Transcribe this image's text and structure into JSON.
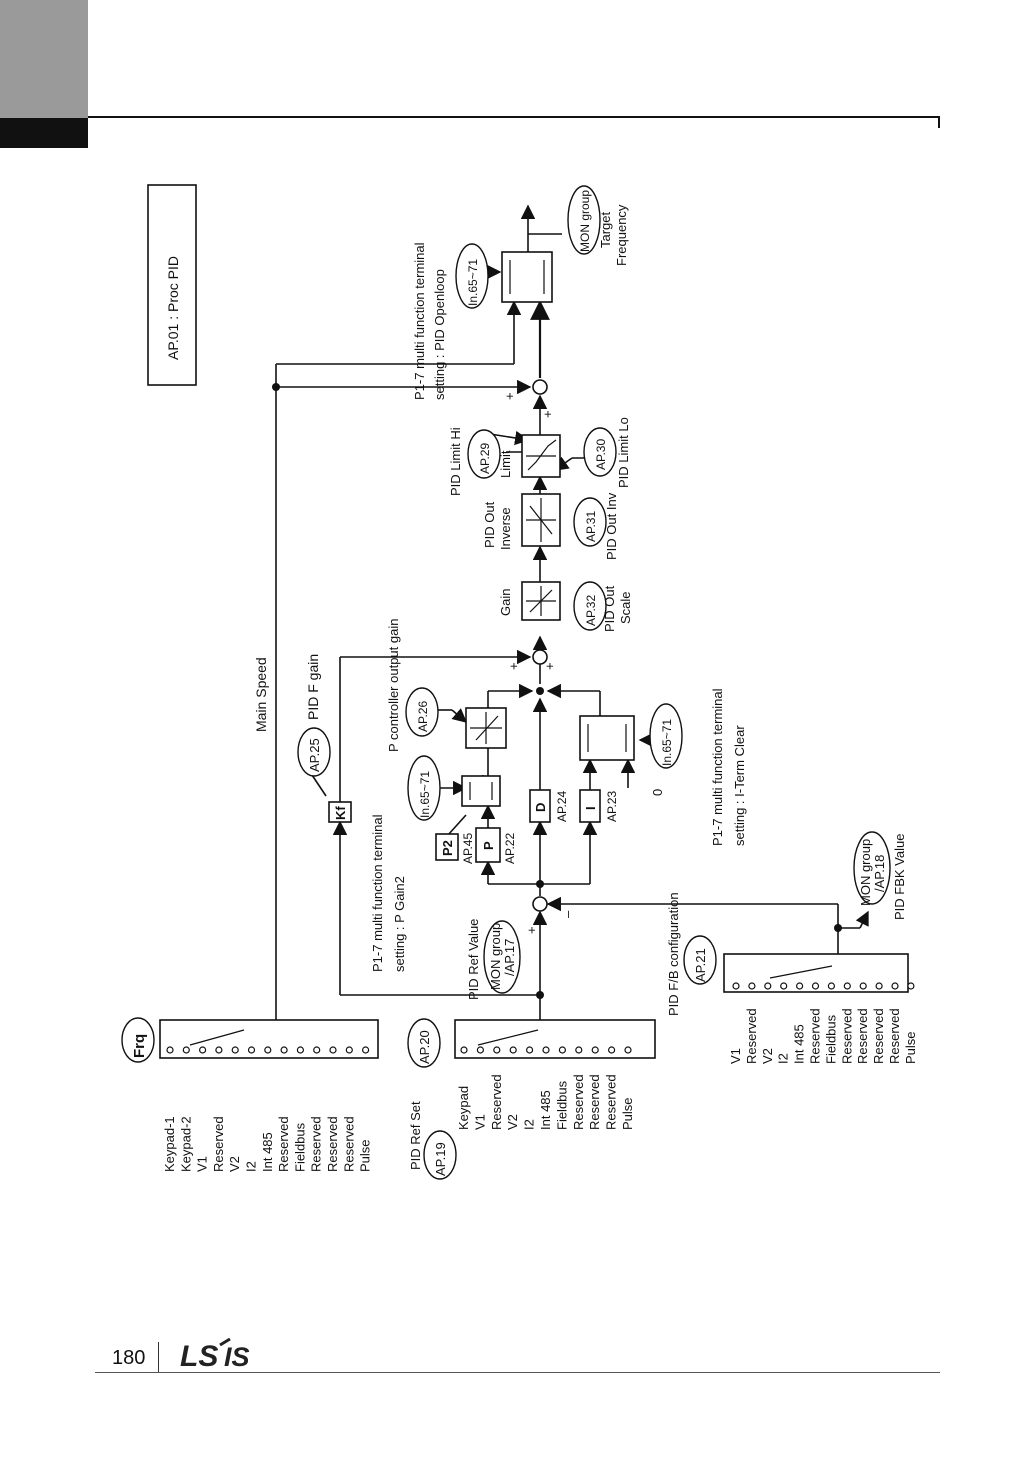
{
  "page": {
    "number": "180",
    "logo": "LS IS"
  },
  "diagram": {
    "mode_box": "AP.01 : Proc PID",
    "frq": {
      "badge": "Frq",
      "options": [
        "Keypad-1",
        "Keypad-2",
        "V1",
        "Reserved",
        "V2",
        "I2",
        "Int 485",
        "Reserved",
        "Fieldbus",
        "Reserved",
        "Reserved",
        "Reserved",
        "Pulse"
      ]
    },
    "main_speed_label": "Main Speed",
    "pid_f_gain": {
      "badge": "AP.25",
      "label": "PID F gain",
      "block": "Kf"
    },
    "pid_ref": {
      "title": "PID Ref Set",
      "badge": "AP.19",
      "select_badge": "AP.20",
      "options": [
        "Keypad",
        "V1",
        "Reserved",
        "V2",
        "I2",
        "Int 485",
        "Fieldbus",
        "Reserved",
        "Reserved",
        "Reserved",
        "Pulse"
      ]
    },
    "pid_ref_value": {
      "label": "PID Ref Value",
      "mon_line1": "MON group",
      "mon_line2": "/AP.17"
    },
    "pid_fb": {
      "title": "PID F/B configuration",
      "badge": "AP.21",
      "options": [
        "V1",
        "Reserved",
        "V2",
        "I2",
        "Int 485",
        "Reserved",
        "Fieldbus",
        "Reserved",
        "Reserved",
        "Reserved",
        "Reserved",
        "Pulse"
      ]
    },
    "pid_fbk_value": {
      "label": "PID FBK Value",
      "mon_line1": "MON group",
      "mon_line2": "/AP.18"
    },
    "p_gain2_terminal": {
      "line1": "P1-7 multi function terminal",
      "line2": "setting  : P Gain2",
      "badge": "In.65~71"
    },
    "p_block": {
      "p2": "P2",
      "p2_param": "AP.45",
      "p": "P",
      "p_param": "AP.22"
    },
    "d_block": {
      "label": "D",
      "param": "AP.24"
    },
    "i_block": {
      "label": "I",
      "param": "AP.23",
      "zero": "0"
    },
    "i_clear_terminal": {
      "line1": "P1-7 multi function terminal",
      "line2": "setting  : I-Term Clear",
      "badge": "In.65~71"
    },
    "p_output_gain": {
      "label": "P  controller output gain",
      "badge": "AP.26"
    },
    "gain_block": {
      "label": "Gain",
      "badge": "AP.32",
      "desc_line1": "PID Out",
      "desc_line2": "Scale"
    },
    "inverse_block": {
      "label_line1": "PID Out",
      "label_line2": "Inverse",
      "badge": "AP.31",
      "desc": "PID Out Inv"
    },
    "limit_block": {
      "hi_label": "PID Limit Hi",
      "hi_badge": "AP.29",
      "label": "Limit",
      "lo_badge": "AP.30",
      "lo_label": "PID Limit Lo"
    },
    "openloop_terminal": {
      "line1": "P1-7 multi function terminal",
      "line2": "setting  : PID Openloop",
      "badge": "In.65~71"
    },
    "target": {
      "mon": "MON group",
      "line1": "Target",
      "line2": "Frequency"
    },
    "signs": {
      "plus": "+",
      "minus": "–"
    }
  }
}
